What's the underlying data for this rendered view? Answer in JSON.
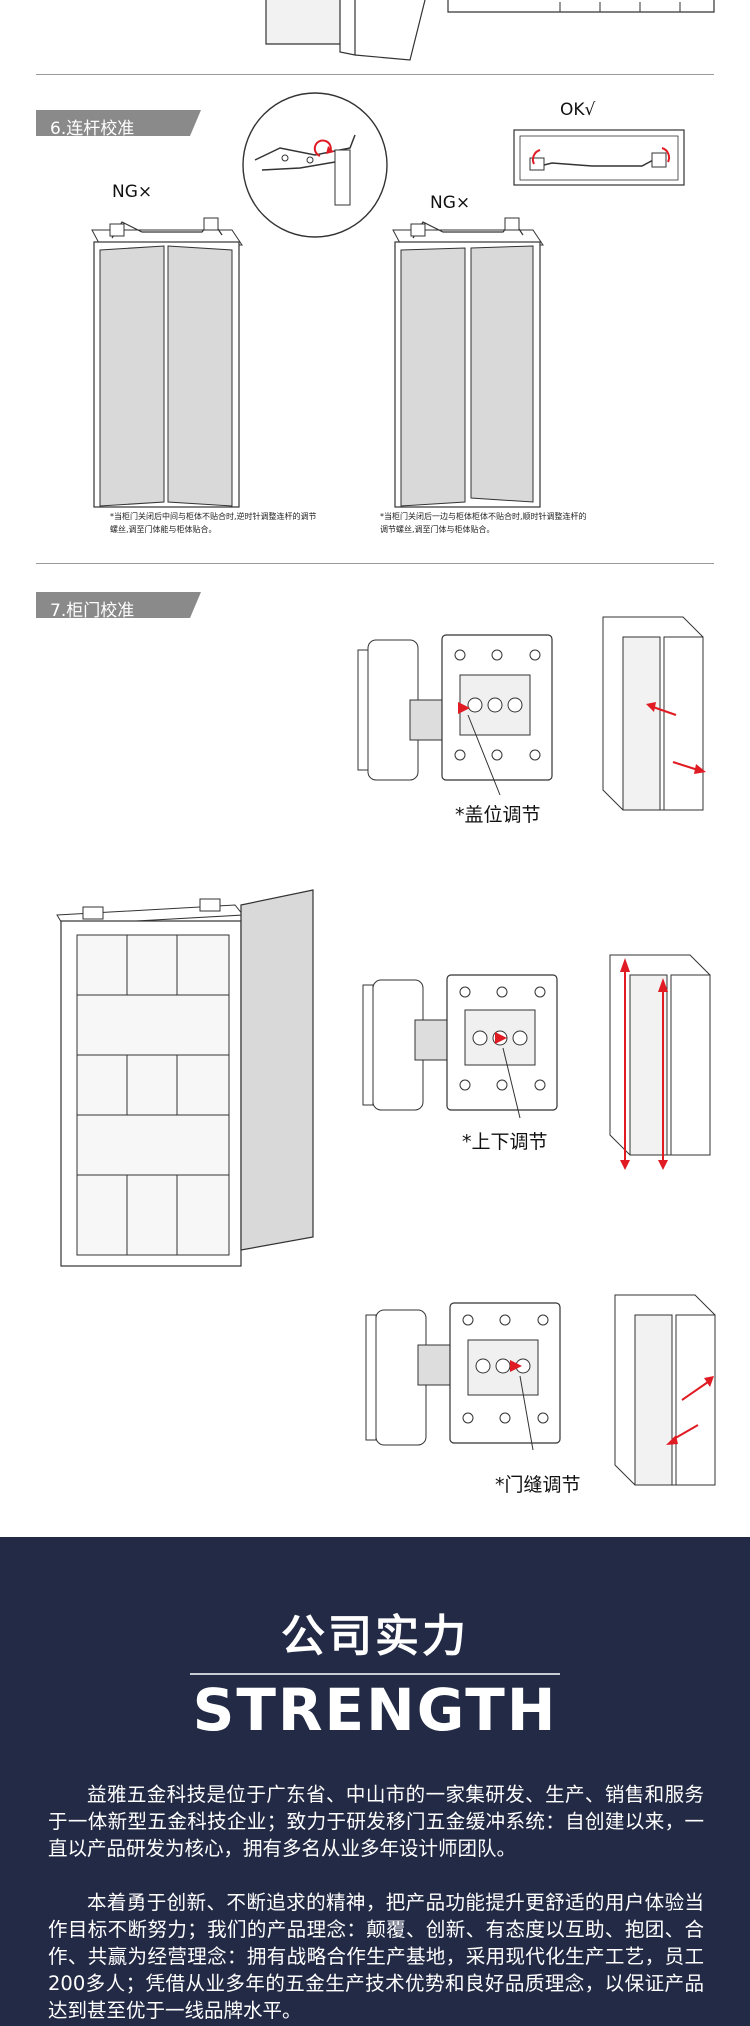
{
  "section6": {
    "title": "6.连杆校准",
    "ng_left": "NG×",
    "ng_right": "NG×",
    "ok": "OK√",
    "note_left": "*当柜门关闭后中间与柜体不贴合时,逆时针调整连杆的调节螺丝,调至门体能与柜体贴合。",
    "note_right": "*当柜门关闭后一边与柜体柜体不贴合时,顺时针调整连杆的调节螺丝,调至门体与柜体贴合。"
  },
  "section7": {
    "title": "7.柜门校准",
    "cap1": "*盖位调节",
    "cap2": "*上下调节",
    "cap3": "*门缝调节"
  },
  "strength": {
    "title_cn": "公司实力",
    "title_en": "STRENGTH",
    "p1": "益雅五金科技是位于广东省、中山市的一家集研发、生产、销售和服务于一体新型五金科技企业；致力于研发移门五金缓冲系统：自创建以来，一直以产品研发为核心，拥有多名从业多年设计师团队。",
    "p2": "本着勇于创新、不断追求的精神，把产品功能提升更舒适的用户体验当作目标不断努力；我们的产品理念：颠覆、创新、有态度以互助、抱团、合作、共赢为经营理念：拥有战略合作生产基地，采用现代化生产工艺，员工200多人；凭借从业多年的五金生产技术优势和良好品质理念，以保证产品达到甚至优于一线品牌水平。"
  },
  "colors": {
    "tag": "#8a8a8a",
    "panel": "#232a45",
    "arrow": "#e01b24",
    "door": "#d9d9d9"
  }
}
